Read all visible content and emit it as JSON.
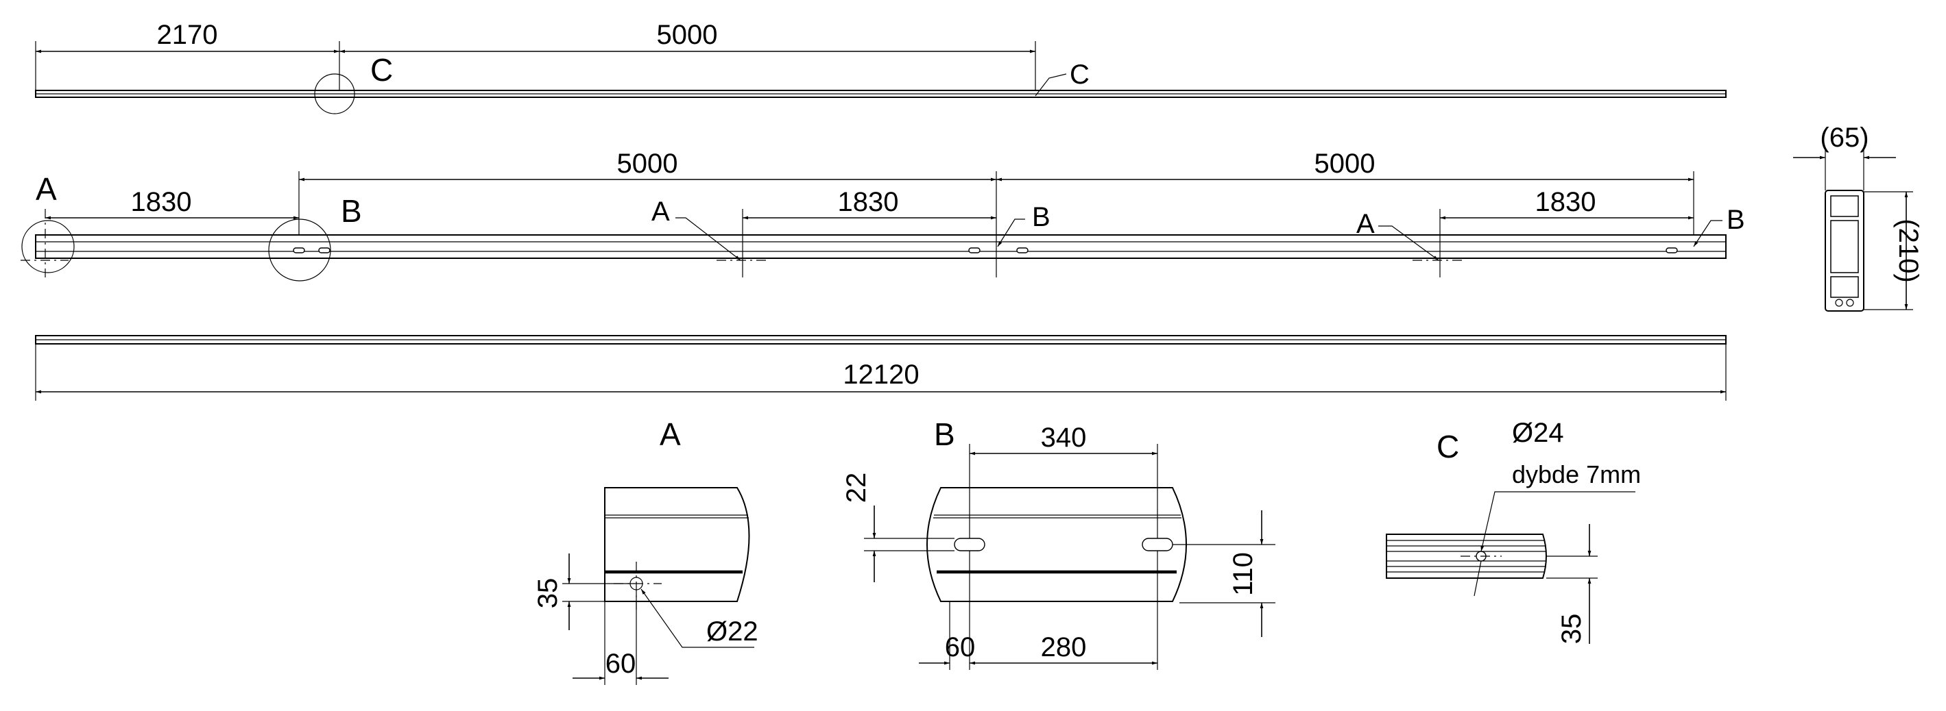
{
  "beam_top": {
    "dim_left": "2170",
    "dim_span": "5000",
    "detail_label": "C",
    "callout_label": "C"
  },
  "beam_middle": {
    "detail_a": "A",
    "detail_b": "B",
    "dim_a_b_1": "1830",
    "dim_span_1": "5000",
    "dim_span_2": "5000",
    "callout_a_1": "A",
    "dim_a_b_2": "1830",
    "callout_b_1": "B",
    "callout_a_2": "A",
    "dim_a_b_3": "1830",
    "callout_b_2": "B"
  },
  "beam_bottom": {
    "dim_total": "12120"
  },
  "section_view": {
    "width": "(65)",
    "height": "(210)"
  },
  "detail_a": {
    "title": "A",
    "dim_height": "35",
    "dim_offset": "60",
    "dim_hole": "Ø22"
  },
  "detail_b": {
    "title": "B",
    "dim_top": "340",
    "dim_left_h": "22",
    "dim_right_h": "110",
    "dim_offset": "60",
    "dim_between": "280"
  },
  "detail_c": {
    "title": "C",
    "dim_hole": "Ø24",
    "note_depth": "dybde 7mm",
    "dim_height": "35"
  }
}
